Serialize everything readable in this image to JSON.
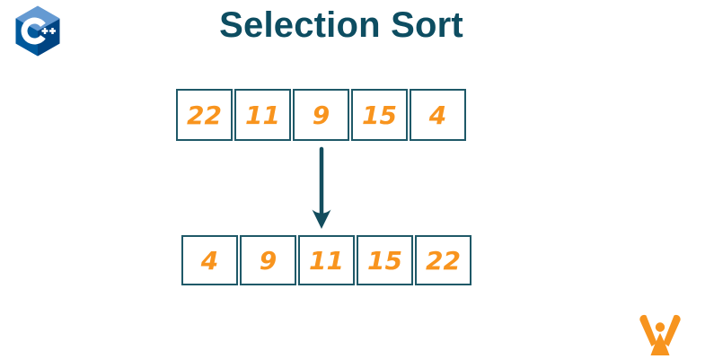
{
  "title": "Selection Sort",
  "diagram": {
    "unsorted_array": {
      "name": "unsorted input array",
      "values": [
        "22",
        "11",
        "9",
        "15",
        "4"
      ]
    },
    "arrow": {
      "direction": "down"
    },
    "sorted_array": {
      "name": "sorted output array",
      "values": [
        "4",
        "9",
        "11",
        "15",
        "22"
      ]
    }
  },
  "branding": {
    "top_left_icon": "cpp-logo",
    "bottom_right_icon": "celebrating-person-logo"
  },
  "colors": {
    "title_teal": "#0d4d61",
    "cell_border_teal": "#1f5968",
    "number_orange": "#f8941e",
    "arrow_teal": "#134d5e",
    "brand_orange": "#f7941e",
    "cpp_light_blue": "#659ad2",
    "cpp_mid_blue": "#00599c",
    "cpp_dark_blue": "#004482"
  }
}
